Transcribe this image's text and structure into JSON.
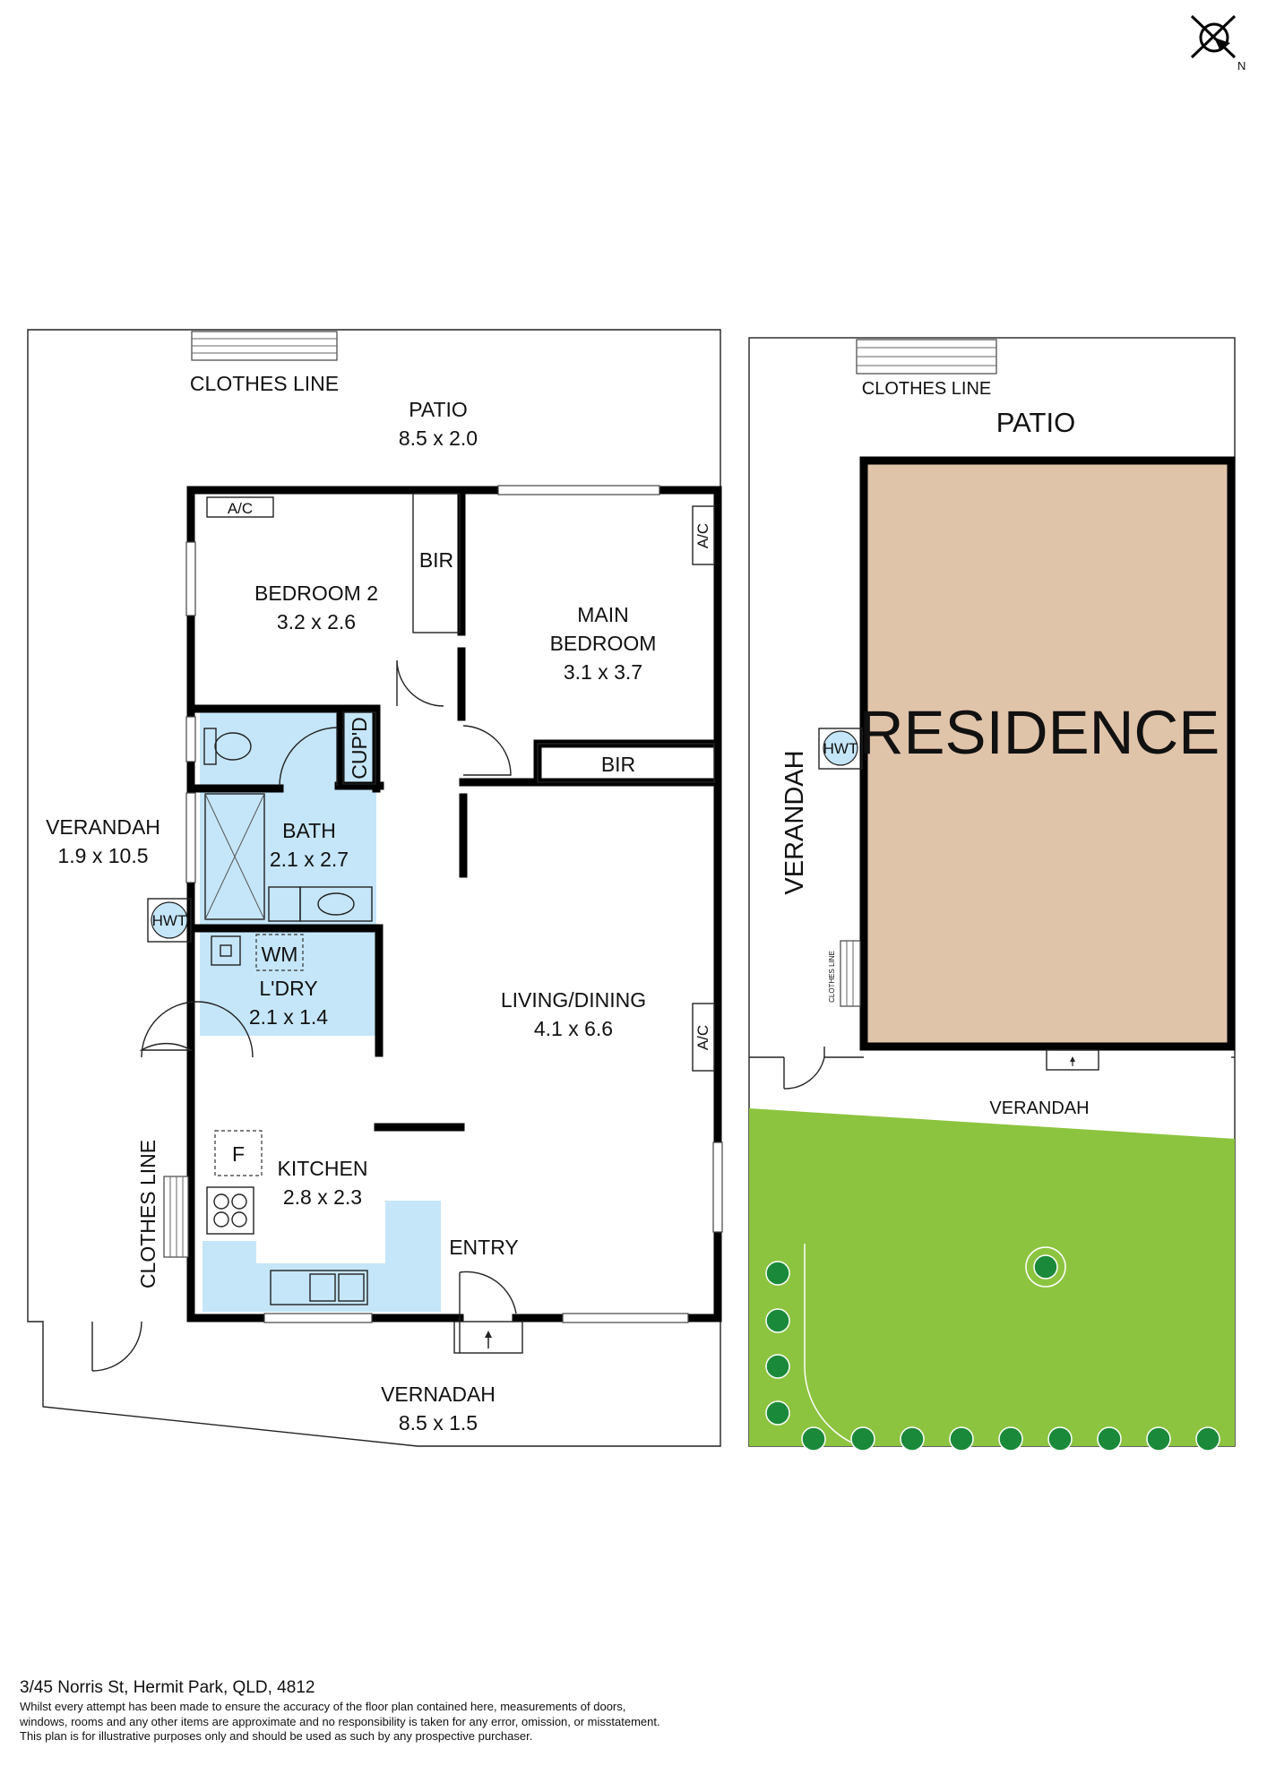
{
  "plan": {
    "north_label": "N",
    "rooms": {
      "patio": {
        "name": "PATIO",
        "size": "8.5 x 2.0"
      },
      "clothes_line_top": "CLOTHES LINE",
      "bedroom2": {
        "name": "BEDROOM 2",
        "size": "3.2 x 2.6"
      },
      "bir_top": "BIR",
      "ac_bed2": "A/C",
      "main_bedroom": {
        "name1": "MAIN",
        "name2": "BEDROOM",
        "size": "3.1 x 3.7"
      },
      "ac_main": "A/C",
      "bir_main": "BIR",
      "cupd": "CUP'D",
      "bath": {
        "name": "BATH",
        "size": "2.1 x 2.7"
      },
      "verandah_west": {
        "name": "VERANDAH",
        "size": "1.9 x 10.5"
      },
      "hwt": "HWT",
      "wm": "WM",
      "laundry": {
        "name": "L'DRY",
        "size": "2.1 x 1.4"
      },
      "living_dining": {
        "name": "LIVING/DINING",
        "size": "4.1 x 6.6"
      },
      "ac_living": "A/C",
      "fridge": "F",
      "kitchen": {
        "name": "KITCHEN",
        "size": "2.8 x 2.3"
      },
      "clothes_line_side": "CLOTHES LINE",
      "entry": "ENTRY",
      "vernadah": {
        "name": "VERNADAH",
        "size": "8.5 x 1.5"
      }
    }
  },
  "site": {
    "clothes_line": "CLOTHES LINE",
    "patio": "PATIO",
    "residence": "RESIDENCE",
    "hwt": "HWT",
    "verandah_side": "VERANDAH",
    "clothes_line_small": "CLOTHES LINE",
    "verandah_front": "VERANDAH",
    "colors": {
      "residence": "#e0c4aa",
      "lawn": "#8cc43f",
      "wet_area": "#c5e6f8",
      "tree": "#1a8a3a"
    }
  },
  "footer": {
    "address": "3/45 Norris St, Hermit Park, QLD, 4812",
    "disclaimer_1": "Whilst every attempt has been made to ensure the accuracy of the floor plan contained here, measurements of doors,",
    "disclaimer_2": "windows, rooms and any other items are approximate and no responsibility is taken for any error, omission, or misstatement.",
    "disclaimer_3": "This plan is for illustrative purposes only and should be used as such by any prospective purchaser."
  }
}
